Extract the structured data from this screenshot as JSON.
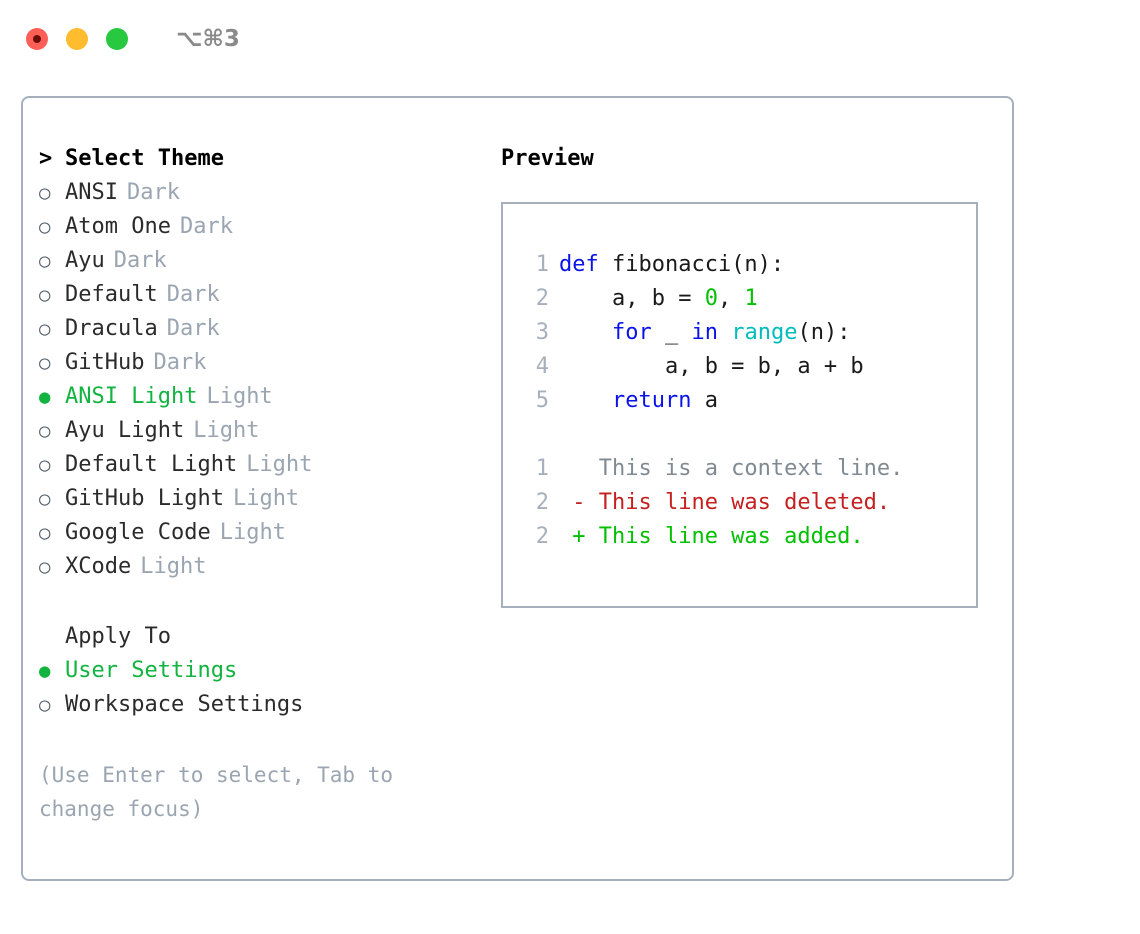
{
  "titlebar": {
    "shortcut": "⌥⌘3",
    "buttons": [
      "close",
      "minimize",
      "zoom"
    ]
  },
  "theme_panel": {
    "header_marker": ">",
    "header": "Select Theme",
    "marker_selected": "●",
    "marker_unselected": "○",
    "items": [
      {
        "name": "ANSI",
        "variant": "Dark",
        "selected": false
      },
      {
        "name": "Atom One",
        "variant": "Dark",
        "selected": false
      },
      {
        "name": "Ayu",
        "variant": "Dark",
        "selected": false
      },
      {
        "name": "Default",
        "variant": "Dark",
        "selected": false
      },
      {
        "name": "Dracula",
        "variant": "Dark",
        "selected": false
      },
      {
        "name": "GitHub",
        "variant": "Dark",
        "selected": false
      },
      {
        "name": "ANSI Light",
        "variant": "Light",
        "selected": true
      },
      {
        "name": "Ayu Light",
        "variant": "Light",
        "selected": false
      },
      {
        "name": "Default Light",
        "variant": "Light",
        "selected": false
      },
      {
        "name": "GitHub Light",
        "variant": "Light",
        "selected": false
      },
      {
        "name": "Google Code",
        "variant": "Light",
        "selected": false
      },
      {
        "name": "XCode",
        "variant": "Light",
        "selected": false
      }
    ]
  },
  "apply_to": {
    "header": "Apply To",
    "options": [
      {
        "label": "User Settings",
        "selected": true
      },
      {
        "label": "Workspace Settings",
        "selected": false
      }
    ]
  },
  "hint": "(Use Enter to select, Tab to change focus)",
  "preview": {
    "title": "Preview",
    "code_lines": [
      {
        "num": "1",
        "tokens": [
          {
            "t": "def ",
            "c": "kw"
          },
          {
            "t": "fibonacci(n):",
            "c": "txt"
          }
        ]
      },
      {
        "num": "2",
        "tokens": [
          {
            "t": "    a, b = ",
            "c": "txt"
          },
          {
            "t": "0",
            "c": "num"
          },
          {
            "t": ", ",
            "c": "txt"
          },
          {
            "t": "1",
            "c": "num"
          }
        ]
      },
      {
        "num": "3",
        "tokens": [
          {
            "t": "    ",
            "c": "txt"
          },
          {
            "t": "for",
            "c": "kw"
          },
          {
            "t": " _ ",
            "c": "txt"
          },
          {
            "t": "in",
            "c": "kw"
          },
          {
            "t": " ",
            "c": "txt"
          },
          {
            "t": "range",
            "c": "fn"
          },
          {
            "t": "(n):",
            "c": "txt"
          }
        ]
      },
      {
        "num": "4",
        "tokens": [
          {
            "t": "        a, b = b, a + b",
            "c": "txt"
          }
        ]
      },
      {
        "num": "5",
        "tokens": [
          {
            "t": "    ",
            "c": "txt"
          },
          {
            "t": "return",
            "c": "kw"
          },
          {
            "t": " a",
            "c": "txt"
          }
        ]
      }
    ],
    "diff_lines": [
      {
        "num": "1",
        "sign": " ",
        "text": "This is a context line.",
        "kind": "ctx"
      },
      {
        "num": "2",
        "sign": "-",
        "text": "This line was deleted.",
        "kind": "del"
      },
      {
        "num": "2",
        "sign": "+",
        "text": "This line was added.",
        "kind": "add"
      }
    ]
  },
  "colors": {
    "accent_green": "#12b33f",
    "muted": "#9aa5b1",
    "border": "#a6b0bc",
    "keyword": "#0a14e8",
    "function": "#00bcbc",
    "number": "#00c000",
    "diff_delete": "#c61f1f",
    "diff_add": "#00c000",
    "traffic_red": "#fd5f57",
    "traffic_yellow": "#febc2e",
    "traffic_green": "#28c840"
  }
}
